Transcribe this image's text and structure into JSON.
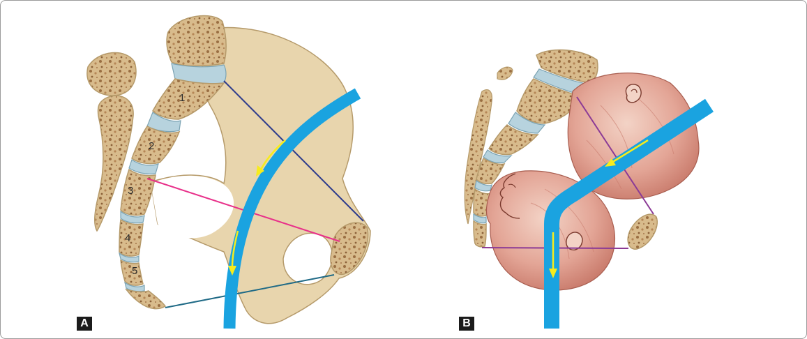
{
  "panels": [
    {
      "label": "A",
      "vertebra_numbers": [
        "1",
        "2",
        "3",
        "4",
        "5"
      ]
    },
    {
      "label": "B"
    }
  ],
  "colors": {
    "frame_border": "#9a9a9a",
    "bone": "#e8d5ad",
    "bone_outline": "#b59a6a",
    "spongy_bone": "#b98f5e",
    "disc": "#b7d3de",
    "birth_canal": "#1aa3e0",
    "arrow": "#f7ec1c",
    "inlet_line": "#2c3a8c",
    "midplane_line": "#e8308a",
    "outlet_line": "#1f6a86",
    "plane_line_b": "#8b3a96",
    "fetal_head": "#e3a596"
  },
  "icons": [
    "curved-arrow-icon",
    "straight-arrow-icon",
    "fetal-ear-icon"
  ]
}
